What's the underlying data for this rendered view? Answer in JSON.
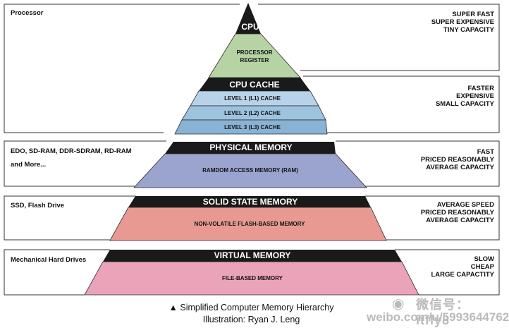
{
  "tiers": [
    {
      "left_label": [
        "Processor"
      ],
      "right_label": [
        "SUPER FAST",
        "SUPER EXPENSIVE",
        "TINY CAPACITY"
      ],
      "title": "CPU",
      "subs": [
        "PROCESSOR",
        "REGISTER"
      ],
      "fill": "#b6d3a4"
    },
    {
      "left_label": [],
      "right_label": [
        "FASTER",
        "EXPENSIVE",
        "SMALL CAPACITY"
      ],
      "title": "CPU CACHE",
      "subs": [
        "LEVEL 1 (L1) CACHE",
        "LEVEL 2 (L2) CACHE",
        "LEVEL 3 (L3) CACHE"
      ],
      "fill": "#9ec3df"
    },
    {
      "left_label": [
        "EDO, SD-RAM, DDR-SDRAM, RD-RAM",
        "and More..."
      ],
      "right_label": [
        "FAST",
        "PRICED REASONABLY",
        "AVERAGE CAPACITY"
      ],
      "title": "PHYSICAL MEMORY",
      "subs": [
        "RAMDOM ACCESS MEMORY (RAM)"
      ],
      "fill": "#9aa4cf"
    },
    {
      "left_label": [
        "SSD, Flash Drive"
      ],
      "right_label": [
        "AVERAGE SPEED",
        "PRICED REASONABLY",
        "AVERAGE CAPACITY"
      ],
      "title": "SOLID STATE MEMORY",
      "subs": [
        "NON-VOLATILE FLASH-BASED MEMORY"
      ],
      "fill": "#e89a92"
    },
    {
      "left_label": [
        "Mechanical Hard Drives"
      ],
      "right_label": [
        "SLOW",
        "CHEAP",
        "LARGE CAPACTITY"
      ],
      "title": "VIRTUAL MEMORY",
      "subs": [
        "FILE-BASED MEMORY"
      ],
      "fill": "#eaa3b8"
    }
  ],
  "caption": {
    "line1": "▲ Simplified Computer Memory Hierarchy",
    "line2": "Illustration: Ryan J. Leng"
  },
  "watermark": {
    "line1": "微信号：itfly8",
    "line2": "weibo.com/u/5993644762"
  },
  "colors": {
    "header_band": "#1a1a1a",
    "outline": "#2a2a2a",
    "l1": "#b7d3ea",
    "l2": "#9ec3df",
    "l3": "#89b3d5"
  }
}
